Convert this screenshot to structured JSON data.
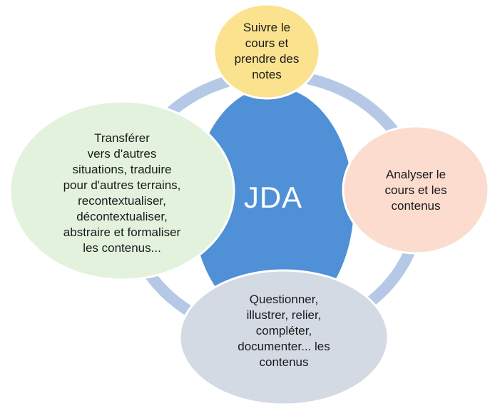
{
  "center": {
    "label": "JDA",
    "color": "#4f90d6"
  },
  "ring": {
    "color": "#b5c9e6"
  },
  "nodes": [
    {
      "id": "top",
      "text": "Suivre le\ncours et\nprendre des\nnotes",
      "fill": "#fbe28f",
      "stroke": "#ffffff"
    },
    {
      "id": "right",
      "text": "Analyser le\ncours et les\ncontenus",
      "fill": "#fbdccf",
      "stroke": "#ffffff"
    },
    {
      "id": "bottom",
      "text": "Questionner,\nillustrer, relier,\ncompléter,\ndocumenter... les\ncontenus",
      "fill": "#d4dae4",
      "stroke": "#ffffff"
    },
    {
      "id": "left",
      "text": "Transférer\nvers d'autres\nsituations, traduire\npour d'autres terrains,\nrecontextualiser,\ndécontextualiser,\nabstraire et formaliser\nles contenus...",
      "fill": "#e3f2dd",
      "stroke": "#ffffff"
    }
  ]
}
